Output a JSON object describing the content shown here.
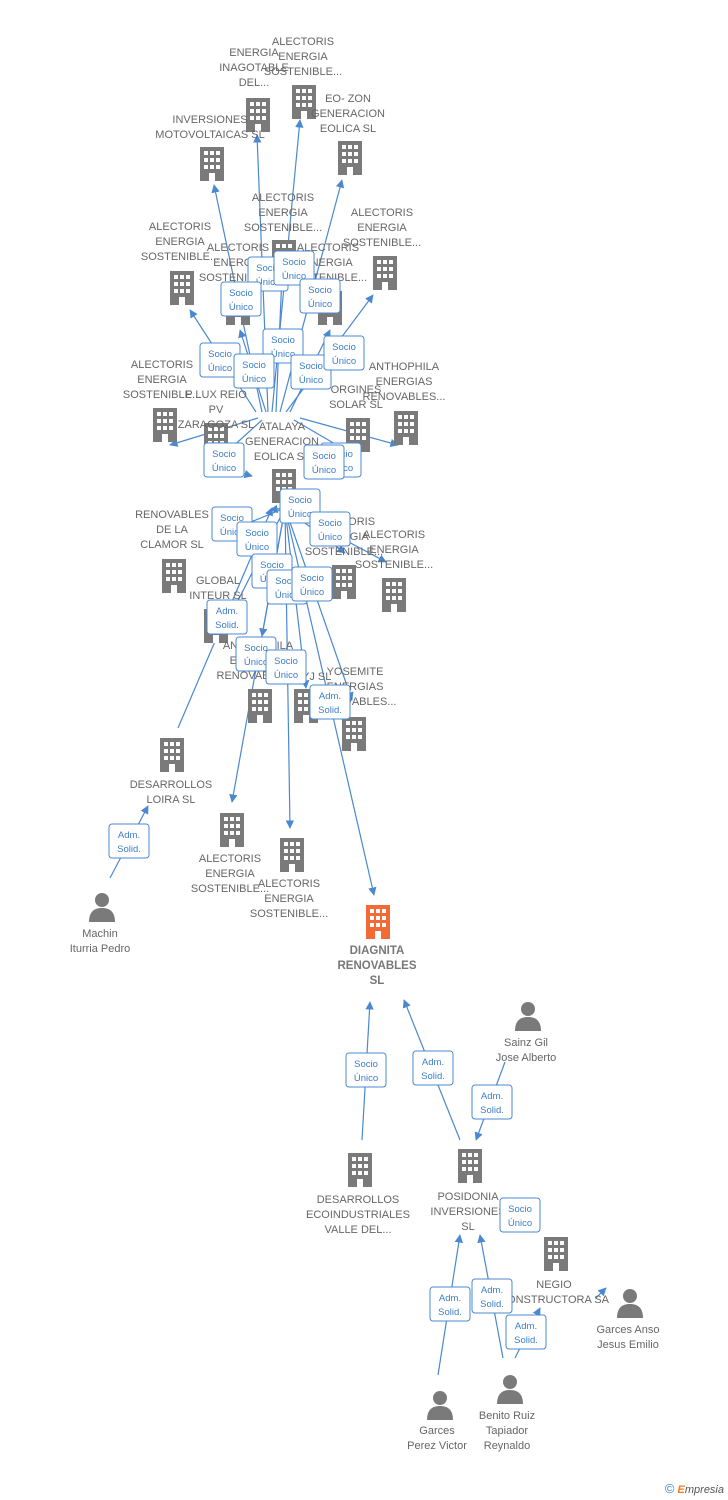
{
  "colors": {
    "edge": "#4a88d0",
    "building": "#7a7a7a",
    "main_building": "#f26b36",
    "person": "#7a7a7a"
  },
  "nodes": [
    {
      "id": "n1",
      "type": "company",
      "label": [
        "ALECTORIS",
        "ENERGIA",
        "SOSTENIBLE..."
      ]
    },
    {
      "id": "n2",
      "type": "company",
      "label": [
        "ENERGIA",
        "INAGOTABLE",
        "DEL..."
      ]
    },
    {
      "id": "n3",
      "type": "company",
      "label": [
        "EO- ZON",
        "GENERACION",
        "EOLICA  SL"
      ]
    },
    {
      "id": "n4",
      "type": "company",
      "label": [
        "INVERSIONES",
        "MOTOVOLTAICAS SL"
      ]
    },
    {
      "id": "n5",
      "type": "company",
      "label": [
        "ALECTORIS",
        "ENERGIA",
        "SOSTENIBLE..."
      ]
    },
    {
      "id": "n6",
      "type": "company",
      "label": [
        "ALECTORIS",
        "ENERGIA",
        "SOSTENIBLE..."
      ]
    },
    {
      "id": "n7",
      "type": "company",
      "label": [
        "ALECTORIS",
        "ENERGIA",
        "SOSTENIBLE..."
      ]
    },
    {
      "id": "n8",
      "type": "company",
      "label": [
        "ALECTORIS",
        "ENERGIA",
        "SOSTENIBLE..."
      ]
    },
    {
      "id": "n9",
      "type": "company",
      "label": [
        "ALECTORIS",
        "ENERGIA",
        "SOSTENIBLE..."
      ]
    },
    {
      "id": "n10",
      "type": "company",
      "label": [
        "ALECTORIS",
        "ENERGIA",
        "SOSTENIBLE..."
      ]
    },
    {
      "id": "n11",
      "type": "company",
      "label": [
        "P LUX REIO",
        "PV",
        "ZARAGOZA  SL"
      ]
    },
    {
      "id": "n12",
      "type": "company",
      "label": [
        "ORGINES",
        "SOLAR  SL"
      ]
    },
    {
      "id": "n13",
      "type": "company",
      "label": [
        "ANTHOPHILA",
        "ENERGIAS",
        "RENOVABLES..."
      ]
    },
    {
      "id": "n14",
      "type": "company",
      "label": [
        "ATALAYA",
        "GENERACION",
        "EOLICA  SL"
      ]
    },
    {
      "id": "n15",
      "type": "company",
      "label": [
        "RENOVABLES",
        "DE LA",
        "CLAMOR  SL"
      ]
    },
    {
      "id": "n16",
      "type": "company",
      "label": [
        "ALECTORIS",
        "ENERGIA",
        "SOSTENIBLE..."
      ]
    },
    {
      "id": "n17",
      "type": "company",
      "label": [
        "ALECTORIS",
        "ENERGIA",
        "SOSTENIBLE..."
      ]
    },
    {
      "id": "n18",
      "type": "company",
      "label": [
        "GLOBAL",
        "INTEUR  SL"
      ]
    },
    {
      "id": "n19",
      "type": "company",
      "label": [
        "ANTHOPHILA",
        "ENERGIAS",
        "RENOVABLES..."
      ]
    },
    {
      "id": "n20",
      "type": "company",
      "label": [
        "BYJ SL"
      ]
    },
    {
      "id": "n21",
      "type": "company",
      "label": [
        "YOSEMITE",
        "ENERGIAS",
        "RENOVABLES..."
      ]
    },
    {
      "id": "n22",
      "type": "company",
      "label": [
        "DESARROLLOS",
        "LOIRA SL"
      ]
    },
    {
      "id": "n23",
      "type": "company",
      "label": [
        "ALECTORIS",
        "ENERGIA",
        "SOSTENIBLE..."
      ]
    },
    {
      "id": "n24",
      "type": "company",
      "label": [
        "ALECTORIS",
        "ENERGIA",
        "SOSTENIBLE..."
      ]
    },
    {
      "id": "n25",
      "type": "main",
      "label": [
        "DIAGNITA",
        "RENOVABLES",
        "SL"
      ]
    },
    {
      "id": "n26",
      "type": "company",
      "label": [
        "DESARROLLOS",
        "ECOINDUSTRIALES",
        "VALLE DEL..."
      ]
    },
    {
      "id": "n27",
      "type": "company",
      "label": [
        "POSIDONIA",
        "INVERSIONES",
        "SL"
      ]
    },
    {
      "id": "n28",
      "type": "company",
      "label": [
        "NEGIO",
        "CONSTRUCTORA SA"
      ]
    },
    {
      "id": "p1",
      "type": "person",
      "label": [
        "Machin",
        "Iturria Pedro"
      ]
    },
    {
      "id": "p2",
      "type": "person",
      "label": [
        "Sainz Gil",
        "Jose Alberto"
      ]
    },
    {
      "id": "p3",
      "type": "person",
      "label": [
        "Garces Anso",
        "Jesus Emilio"
      ]
    },
    {
      "id": "p4",
      "type": "person",
      "label": [
        "Garces",
        "Perez Victor"
      ]
    },
    {
      "id": "p5",
      "type": "person",
      "label": [
        "Benito Ruiz",
        "Tapiador",
        "Reynaldo"
      ]
    }
  ],
  "badges": [
    {
      "id": "b1",
      "lines": [
        "Socio",
        "Único"
      ]
    },
    {
      "id": "b2",
      "lines": [
        "Socio",
        "Único"
      ]
    },
    {
      "id": "b3",
      "lines": [
        "Socio",
        "Único"
      ]
    },
    {
      "id": "b4",
      "lines": [
        "Socio",
        "Único"
      ]
    },
    {
      "id": "b5",
      "lines": [
        "Socio",
        "Único"
      ]
    },
    {
      "id": "b6",
      "lines": [
        "Socio",
        "Único"
      ]
    },
    {
      "id": "b7",
      "lines": [
        "Socio",
        "Único"
      ]
    },
    {
      "id": "b8",
      "lines": [
        "Socio",
        "Único"
      ]
    },
    {
      "id": "b9",
      "lines": [
        "Socio",
        "Único"
      ]
    },
    {
      "id": "b10",
      "lines": [
        "Socio",
        "Único"
      ]
    },
    {
      "id": "b11",
      "lines": [
        "Socio",
        "Único"
      ]
    },
    {
      "id": "b12",
      "lines": [
        "Socio",
        "Único"
      ]
    },
    {
      "id": "b13",
      "lines": [
        "Socio",
        "Único"
      ]
    },
    {
      "id": "b14",
      "lines": [
        "Socio",
        "Único"
      ]
    },
    {
      "id": "b15",
      "lines": [
        "Socio",
        "Único"
      ]
    },
    {
      "id": "b16",
      "lines": [
        "Socio",
        "Único"
      ]
    },
    {
      "id": "b17",
      "lines": [
        "Socio",
        "Único"
      ]
    },
    {
      "id": "b18",
      "lines": [
        "Socio",
        "Único"
      ]
    },
    {
      "id": "b19",
      "lines": [
        "Socio",
        "Único"
      ]
    },
    {
      "id": "b20",
      "lines": [
        "Adm.",
        "Solid."
      ]
    },
    {
      "id": "b21",
      "lines": [
        "Socio",
        "Único"
      ]
    },
    {
      "id": "b22",
      "lines": [
        "Socio",
        "Único"
      ]
    },
    {
      "id": "b23",
      "lines": [
        "Adm.",
        "Solid."
      ]
    },
    {
      "id": "b24",
      "lines": [
        "Adm.",
        "Solid."
      ]
    },
    {
      "id": "b25",
      "lines": [
        "Socio",
        "Único"
      ]
    },
    {
      "id": "b26",
      "lines": [
        "Adm.",
        "Solid."
      ]
    },
    {
      "id": "b27",
      "lines": [
        "Adm.",
        "Solid."
      ]
    },
    {
      "id": "b28",
      "lines": [
        "Socio",
        "Único"
      ]
    },
    {
      "id": "b29",
      "lines": [
        "Adm.",
        "Solid."
      ]
    },
    {
      "id": "b30",
      "lines": [
        "Adm.",
        "Solid."
      ]
    },
    {
      "id": "b31",
      "lines": [
        "Adm.",
        "Solid."
      ]
    }
  ],
  "footer": {
    "copyright": "©",
    "brand_first": "E",
    "brand_rest": "mpresia"
  }
}
